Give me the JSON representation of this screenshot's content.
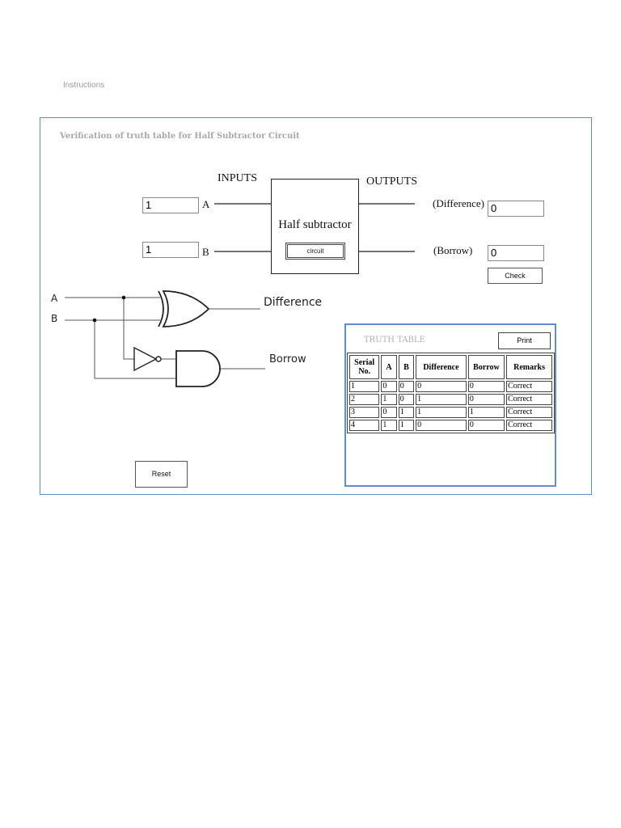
{
  "header": {
    "instructions_link": "Instructions"
  },
  "panel": {
    "title": "Verification of truth table for Half Subtractor Circuit"
  },
  "block": {
    "inputs_label": "INPUTS",
    "outputs_label": "OUTPUTS",
    "input_a_label": "A",
    "input_b_label": "B",
    "input_a_value": "1",
    "input_b_value": "1",
    "box_title": "Half subtractor",
    "circuit_button": "circuit",
    "difference_label": "(Difference)",
    "borrow_label": "(Borrow)",
    "difference_value": "0",
    "borrow_value": "0",
    "check_button": "Check"
  },
  "schematic": {
    "input_a": "A",
    "input_b": "B",
    "difference": "Difference",
    "borrow": "Borrow"
  },
  "truth_table": {
    "title": "TRUTH TABLE",
    "print_button": "Print",
    "headers": [
      "Serial No.",
      "A",
      "B",
      "Difference",
      "Borrow",
      "Remarks"
    ],
    "rows": [
      [
        "1",
        "0",
        "0",
        "0",
        "0",
        "Correct"
      ],
      [
        "2",
        "1",
        "0",
        "1",
        "0",
        "Correct"
      ],
      [
        "3",
        "0",
        "1",
        "1",
        "1",
        "Correct"
      ],
      [
        "4",
        "1",
        "1",
        "0",
        "0",
        "Correct"
      ]
    ]
  },
  "controls": {
    "reset_button": "Reset"
  },
  "colors": {
    "panel_border": "#5b8fd1",
    "muted_text": "#a8a8a8"
  }
}
